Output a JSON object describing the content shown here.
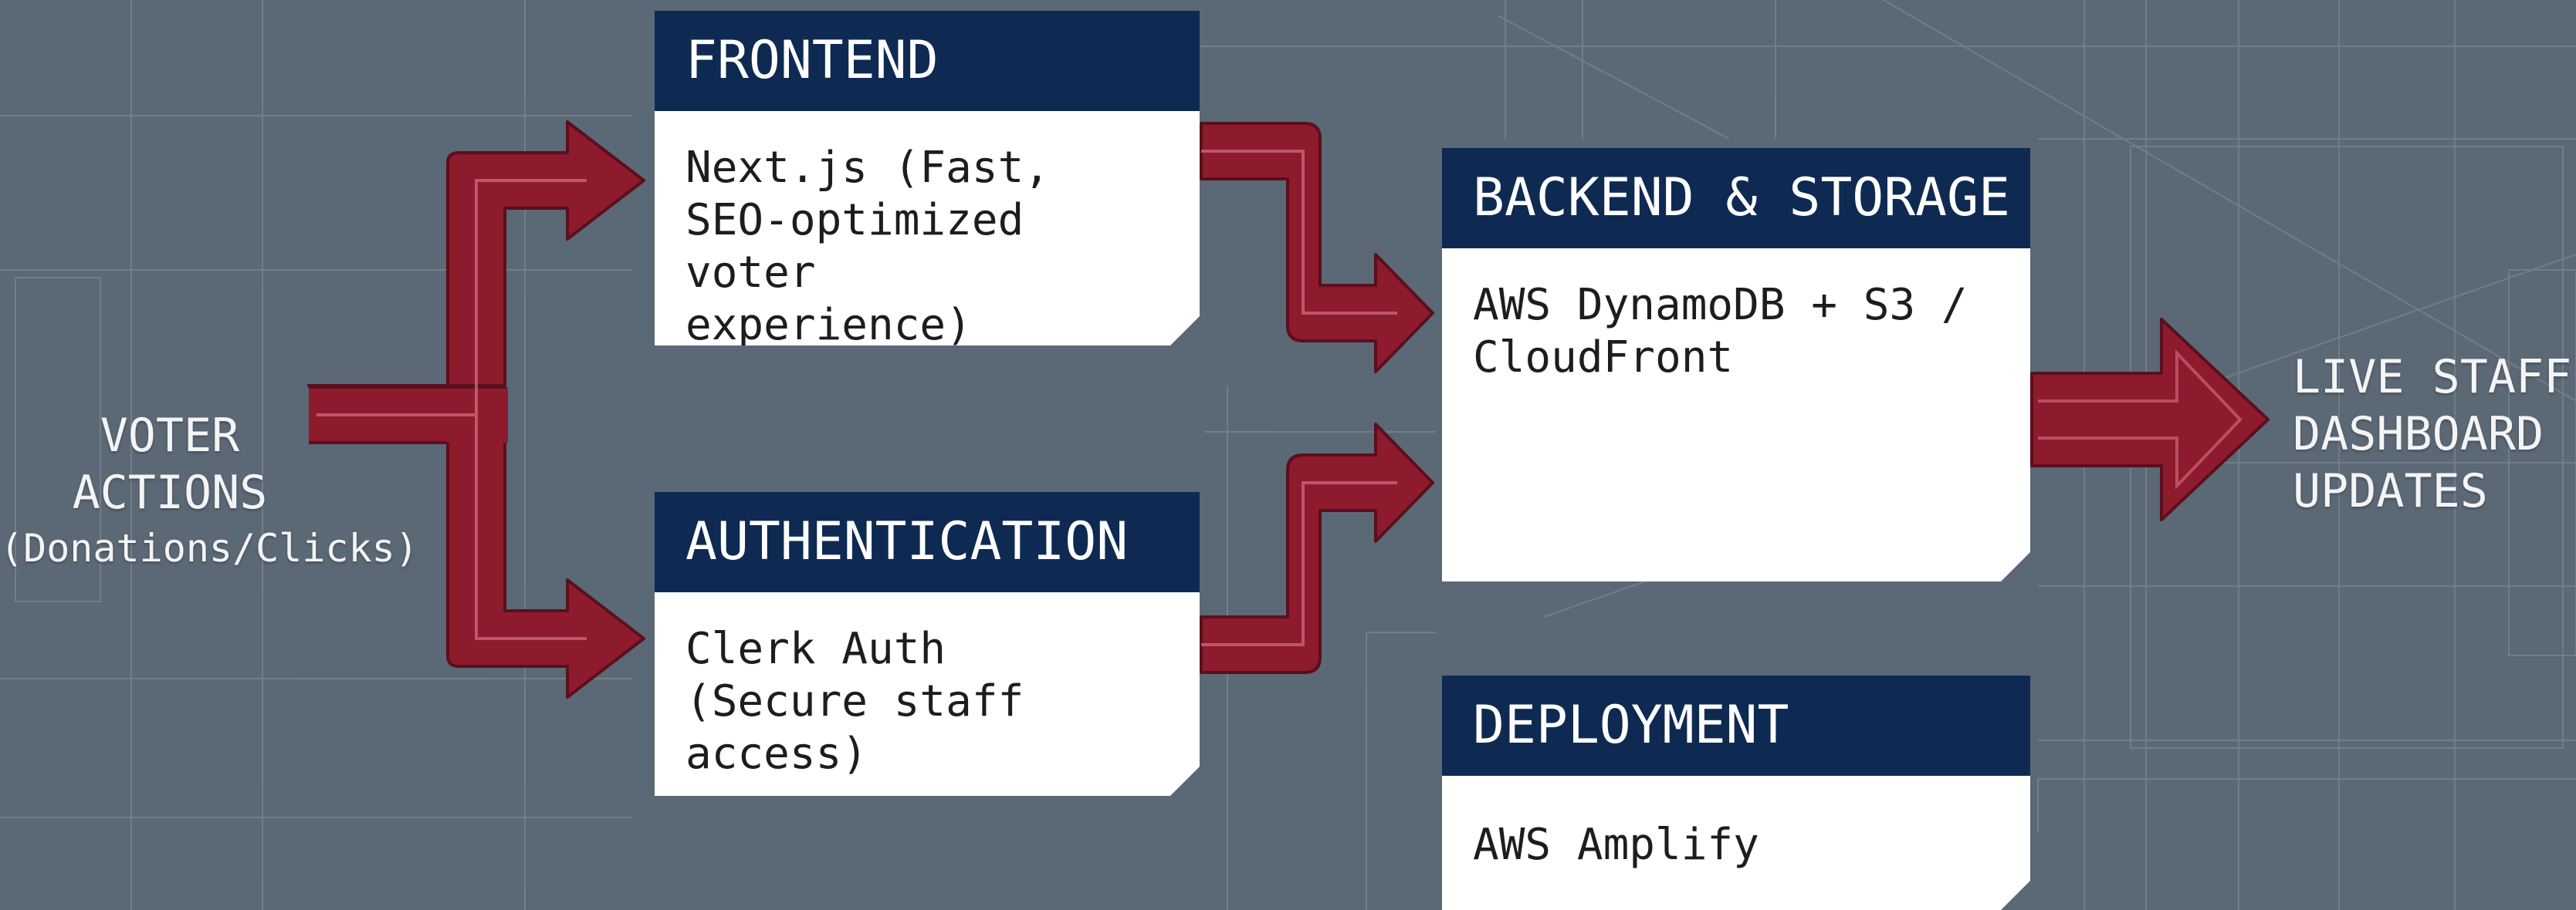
{
  "inputs": {
    "title": "VOTER\nACTIONS",
    "subtitle": "(Donations/Clicks)"
  },
  "output": {
    "title": "LIVE STAFF\nDASHBOARD\nUPDATES"
  },
  "nodes": {
    "frontend": {
      "header": "FRONTEND",
      "body": "Next.js (Fast,\nSEO-optimized voter\nexperience)"
    },
    "authentication": {
      "header": "AUTHENTICATION",
      "body": "Clerk Auth\n(Secure staff access)"
    },
    "backend": {
      "header": "BACKEND & STORAGE",
      "body": "AWS DynamoDB + S3 /\nCloudFront"
    },
    "deployment": {
      "header": "DEPLOYMENT",
      "body": "AWS Amplify"
    }
  },
  "colors": {
    "background": "#5b6875",
    "header": "#0e2a52",
    "arrow": "#8e1a2e",
    "arrow_edge": "#5a0f1c",
    "arrow_highlight": "#c9667a",
    "grid": "#8d98a3"
  }
}
